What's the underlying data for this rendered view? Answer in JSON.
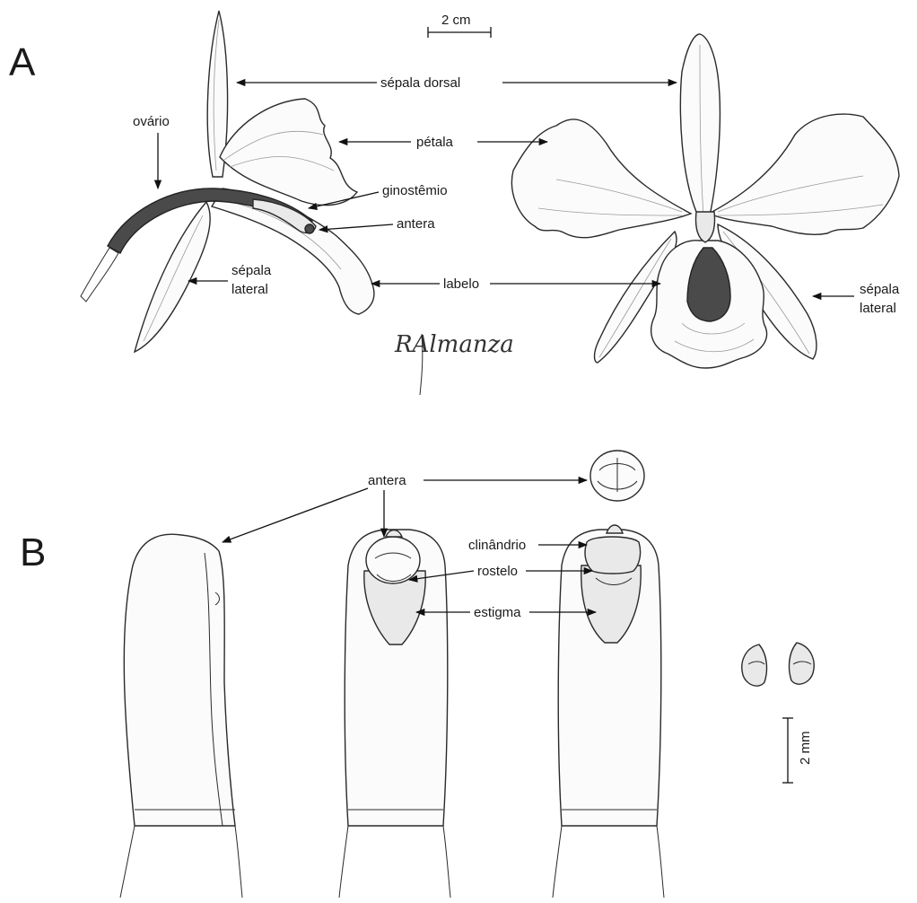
{
  "figure": {
    "panel_a_letter": "A",
    "panel_b_letter": "B",
    "signature": "RAlmanza",
    "scale_a": "2 cm",
    "scale_b": "2 mm",
    "labels": {
      "sepala_dorsal": "sépala dorsal",
      "ovario": "ovário",
      "petala": "pétala",
      "ginostemio": "ginostêmio",
      "antera_a": "antera",
      "sepala_lateral_left_1": "sépala",
      "sepala_lateral_left_2": "lateral",
      "labelo": "labelo",
      "sepala_lateral_right_1": "sépala",
      "sepala_lateral_right_2": "lateral",
      "antera_b": "antera",
      "clinandrio": "clinândrio",
      "rostelo": "rostelo",
      "estigma": "estigma"
    }
  }
}
